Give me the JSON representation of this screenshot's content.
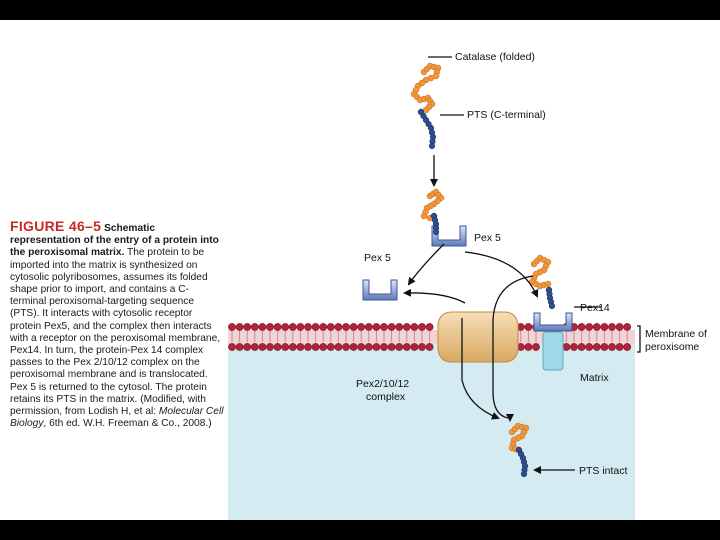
{
  "caption": {
    "figure_label": "FIGURE 46–5",
    "title": "Schematic representation of the entry of a protein into the peroxisomal matrix.",
    "body_1": "The protein to be imported into the matrix is synthesized on cytosolic polyribosomes, assumes its folded shape prior to import, and contains a C-terminal peroxisomal-targeting sequence (PTS). It interacts with cytosolic receptor protein Pex5, and the complex then interacts with a receptor on the peroxisomal membrane, Pex14. In turn, the protein-Pex 14 complex passes to the Pex 2/10/12 complex on the peroxisomal membrane and is translocated. Pex 5 is returned to the cytosol. The protein retains its PTS in the matrix. (Modified, with permission, from Lodish H, et al: ",
    "book": "Molecular Cell Biology",
    "body_2": ", 6th ed. W.H. Freeman & Co., 2008.)"
  },
  "labels": {
    "catalase": "Catalase (folded)",
    "pts": "PTS (C-terminal)",
    "pex5_bound": "Pex 5",
    "pex5_free": "Pex 5",
    "pex14": "Pex14",
    "membrane_line1": "Membrane of",
    "membrane_line2": "peroxisome",
    "matrix": "Matrix",
    "pex21012_line1": "Pex2/10/12",
    "pex21012_line2": "complex",
    "pts_intact": "PTS intact"
  },
  "colors": {
    "protein": "#f0963c",
    "pts_tag": "#2e4e8f",
    "lipid_head": "#b0233a",
    "matrix": "#d4ebf2",
    "pex_receptor": "#6f8ac8",
    "pex14_channel": "#9fd8e6",
    "pex21012_complex": "#e9c48c",
    "figure_label": "#c8281e"
  }
}
